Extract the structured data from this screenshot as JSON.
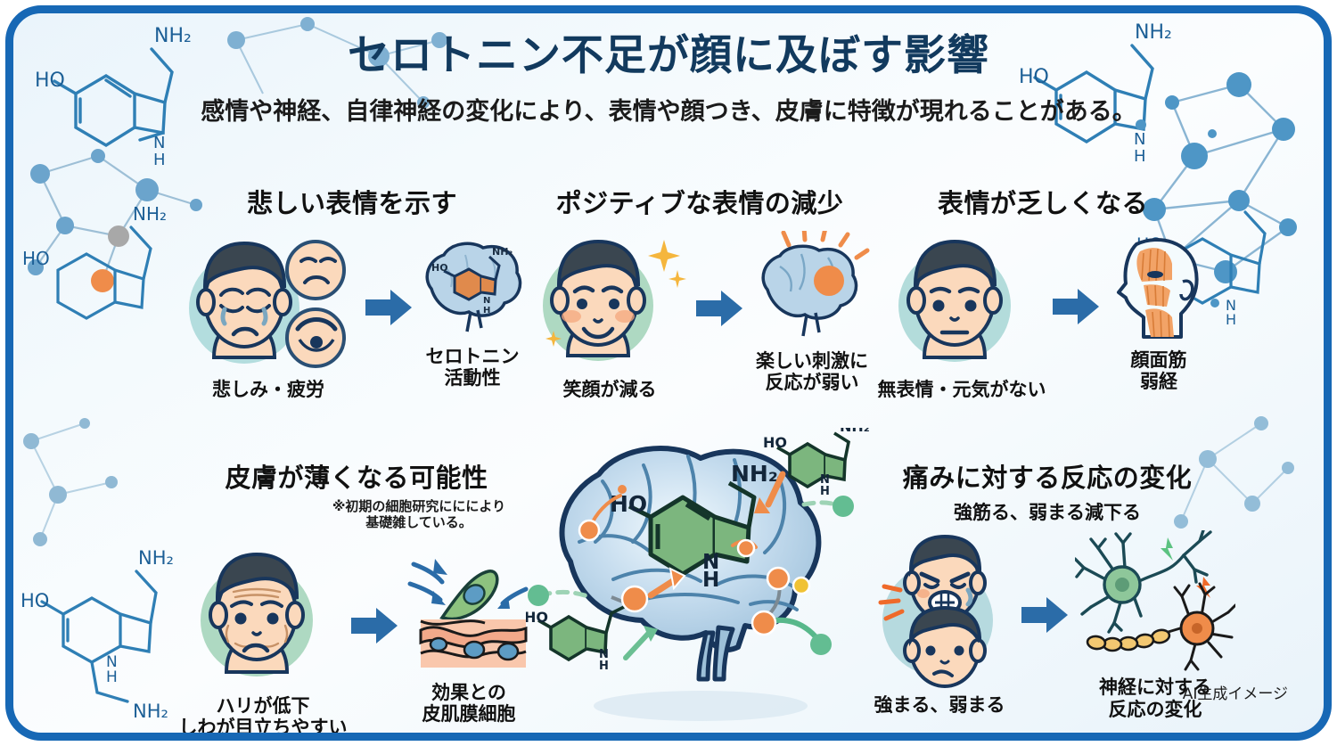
{
  "header": {
    "title": "セロトニン不足が顔に及ぼす影響",
    "subtitle": "感情や神経、自律神経の変化により、表情や顔つき、皮膚に特徴が現れることがある。"
  },
  "colors": {
    "frame_border": "#1768b5",
    "title_text": "#123a5e",
    "arrow_blue": "#2b6ca8",
    "accent_orange": "#ef8c4a",
    "molecule_green": "#4a9c6d",
    "skin": "#fbd9bc",
    "hair": "#3a4650"
  },
  "panels": [
    {
      "id": "sad-expression",
      "title": "悲しい表情を示す",
      "left_caption": "悲しみ・疲労",
      "right_caption": "セロトニン\n活動性",
      "left_icon": "sad-face-with-emoji-badges",
      "right_icon": "brain-with-serotonin-molecule",
      "arrow": "arrow-right"
    },
    {
      "id": "positive-expression-decrease",
      "title": "ポジティブな表情の減少",
      "left_caption": "笑顔が減る",
      "right_caption": "楽しい刺激に\n反応が弱い",
      "left_icon": "smiling-face-with-sparkles",
      "right_icon": "brain-with-activation-dot",
      "arrow": "arrow-right"
    },
    {
      "id": "reduced-expressiveness",
      "title": "表情が乏しくなる",
      "left_caption": "無表情・元気がない",
      "right_caption": "顔面筋\n弱経",
      "left_icon": "neutral-face",
      "right_icon": "facial-muscle-profile",
      "arrow": "arrow-right"
    },
    {
      "id": "thinner-skin",
      "title": "皮膚が薄くなる可能性",
      "note": "※初期の細胞研究にににより\n基礎雑している。",
      "left_caption": "ハリが低下\nしわが目立ちやすい",
      "right_caption": "効果との\n皮肌膜細胞",
      "left_icon": "wrinkled-face",
      "right_icon": "skin-fibroblast-cells",
      "arrow": "arrow-right"
    },
    {
      "id": "pain-response-change",
      "title": "痛みに対する反応の変化",
      "subtitle": "強筋る、弱まる減下る",
      "left_caption": "強まる、弱まる",
      "right_caption": "神経に対する\n反応の変化",
      "left_icon": "pain-face-and-calm-face",
      "right_icon": "two-neurons",
      "arrow": "arrow-right"
    }
  ],
  "center": {
    "id": "brain-serotonin-diagram",
    "icon": "brain-with-serotonin-network",
    "molecule_labels": [
      "HO",
      "NH2",
      "NH",
      "HO",
      "NH2",
      "NH",
      "HO",
      "NH2",
      "NH"
    ]
  },
  "credit": "AI生成イメージ"
}
